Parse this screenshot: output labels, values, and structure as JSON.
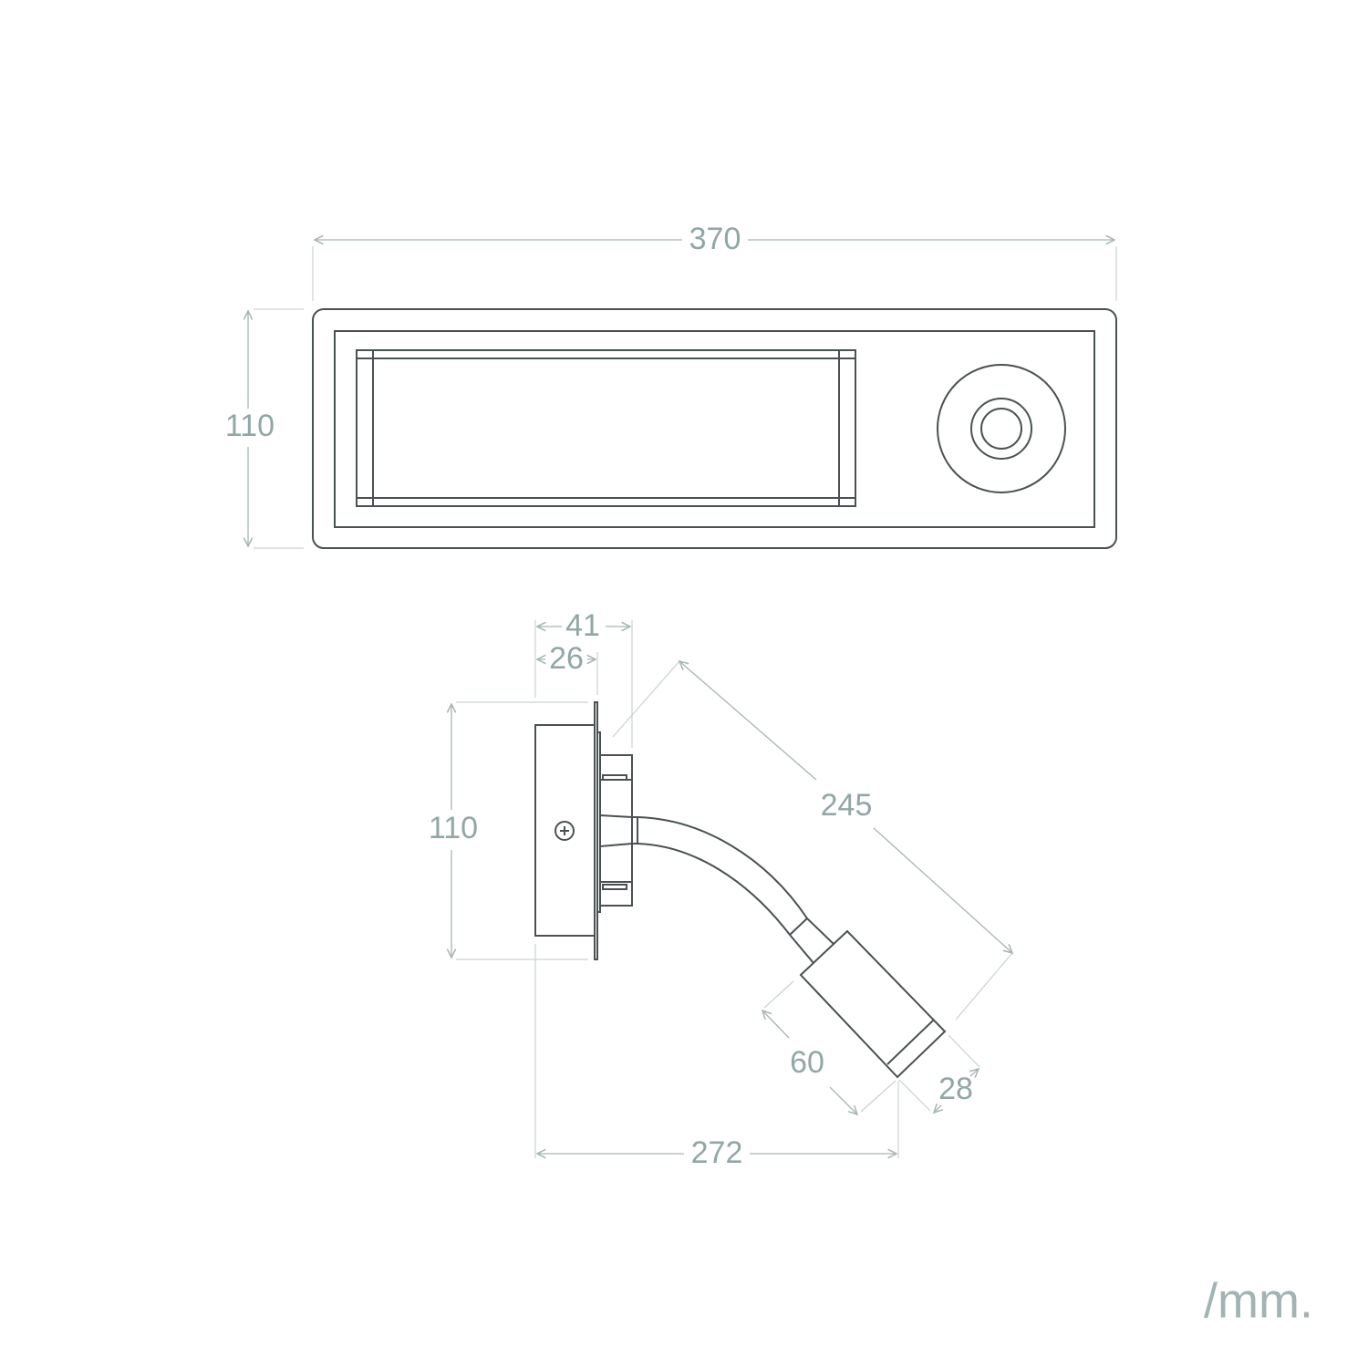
{
  "diagram": {
    "front_view": {
      "width_label": "370",
      "height_label": "110"
    },
    "side_view": {
      "depth_total_label": "41",
      "depth_base_label": "26",
      "height_label": "110",
      "arm_length_label": "245",
      "head_length_label": "60",
      "head_diameter_label": "28",
      "projection_label": "272"
    },
    "units_label": "/mm.",
    "colors": {
      "outline": "#4a5152",
      "dimension": "#93a6a6"
    }
  }
}
